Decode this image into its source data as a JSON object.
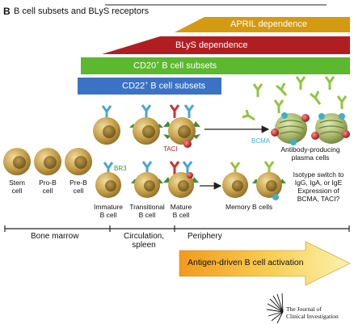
{
  "figure": {
    "letter": "B",
    "title": "B cell subsets and BLyS receptors"
  },
  "bands": {
    "april": "APRIL dependence",
    "blys": "BLyS dependence",
    "cd20": {
      "prefix": "CD20",
      "sup": "+",
      "suffix": " B cell subsets"
    },
    "cd22": {
      "prefix": "CD22",
      "sup": "+",
      "suffix": " B cell subsets"
    }
  },
  "cells": {
    "stem": [
      "Stem",
      "cell"
    ],
    "prob": [
      "Pro-B",
      "cell"
    ],
    "preb": [
      "Pre-B",
      "cell"
    ],
    "immature": [
      "Immature",
      "B cell"
    ],
    "transitional": [
      "Transitional",
      "B cell"
    ],
    "mature": [
      "Mature",
      "B cell"
    ],
    "memory": "Memory B cells",
    "plasma": [
      "Antibody-producing",
      "plasma cells"
    ]
  },
  "receptors": {
    "taci": "TACI",
    "br3": "BR3",
    "bcma": "BCMA"
  },
  "question": [
    "Isotype switch to",
    "IgG, IgA, or IgE",
    "Expression of",
    "BCMA, TACI?"
  ],
  "axis": {
    "bone_marrow": "Bone marrow",
    "circulation": [
      "Circulation,",
      "spleen"
    ],
    "periphery": "Periphery"
  },
  "activation": "Antigen-driven B cell activation",
  "journal": [
    "The Journal of",
    "Clinical Investigation"
  ],
  "colors": {
    "april": "#d49a12",
    "blys": "#b11e22",
    "cd20": "#5cb82e",
    "cd22": "#3b72c4",
    "cell": "#c7a24f",
    "antibody_blue": "#49a5d2",
    "antibody_green": "#93c43e",
    "antibody_red": "#c8333a",
    "br3": "#3f8f3a",
    "bcma": "#3fb1c7",
    "taci": "#b11e22"
  }
}
